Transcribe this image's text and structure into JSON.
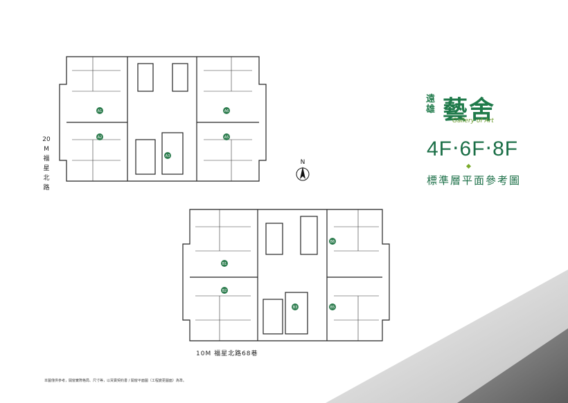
{
  "brand": {
    "small": "遠雄",
    "big": "藝舍",
    "sub": "Gallery of Art"
  },
  "floors": "4F‧6F‧8F",
  "plan_title": "標準層平面參考圖",
  "roads": {
    "left_chars": [
      "20",
      "M",
      "福",
      "星",
      "北",
      "路"
    ],
    "bottom": "10M 福星北路68巷"
  },
  "compass": "N",
  "units_a": [
    "A1",
    "A2",
    "A3",
    "A5",
    "A6"
  ],
  "units_b": [
    "B1",
    "B2",
    "B3",
    "B5",
    "B6"
  ],
  "disclaimer": "本圖僅供參考，開窗實際格局、尺寸等，以買賣契約書 / 開窗平面圖（工程變更圖面）為準。",
  "colors": {
    "brand_green": "#1b6f47",
    "unit_circle": "#2e7d4f",
    "accent": "#7aaa2a"
  }
}
